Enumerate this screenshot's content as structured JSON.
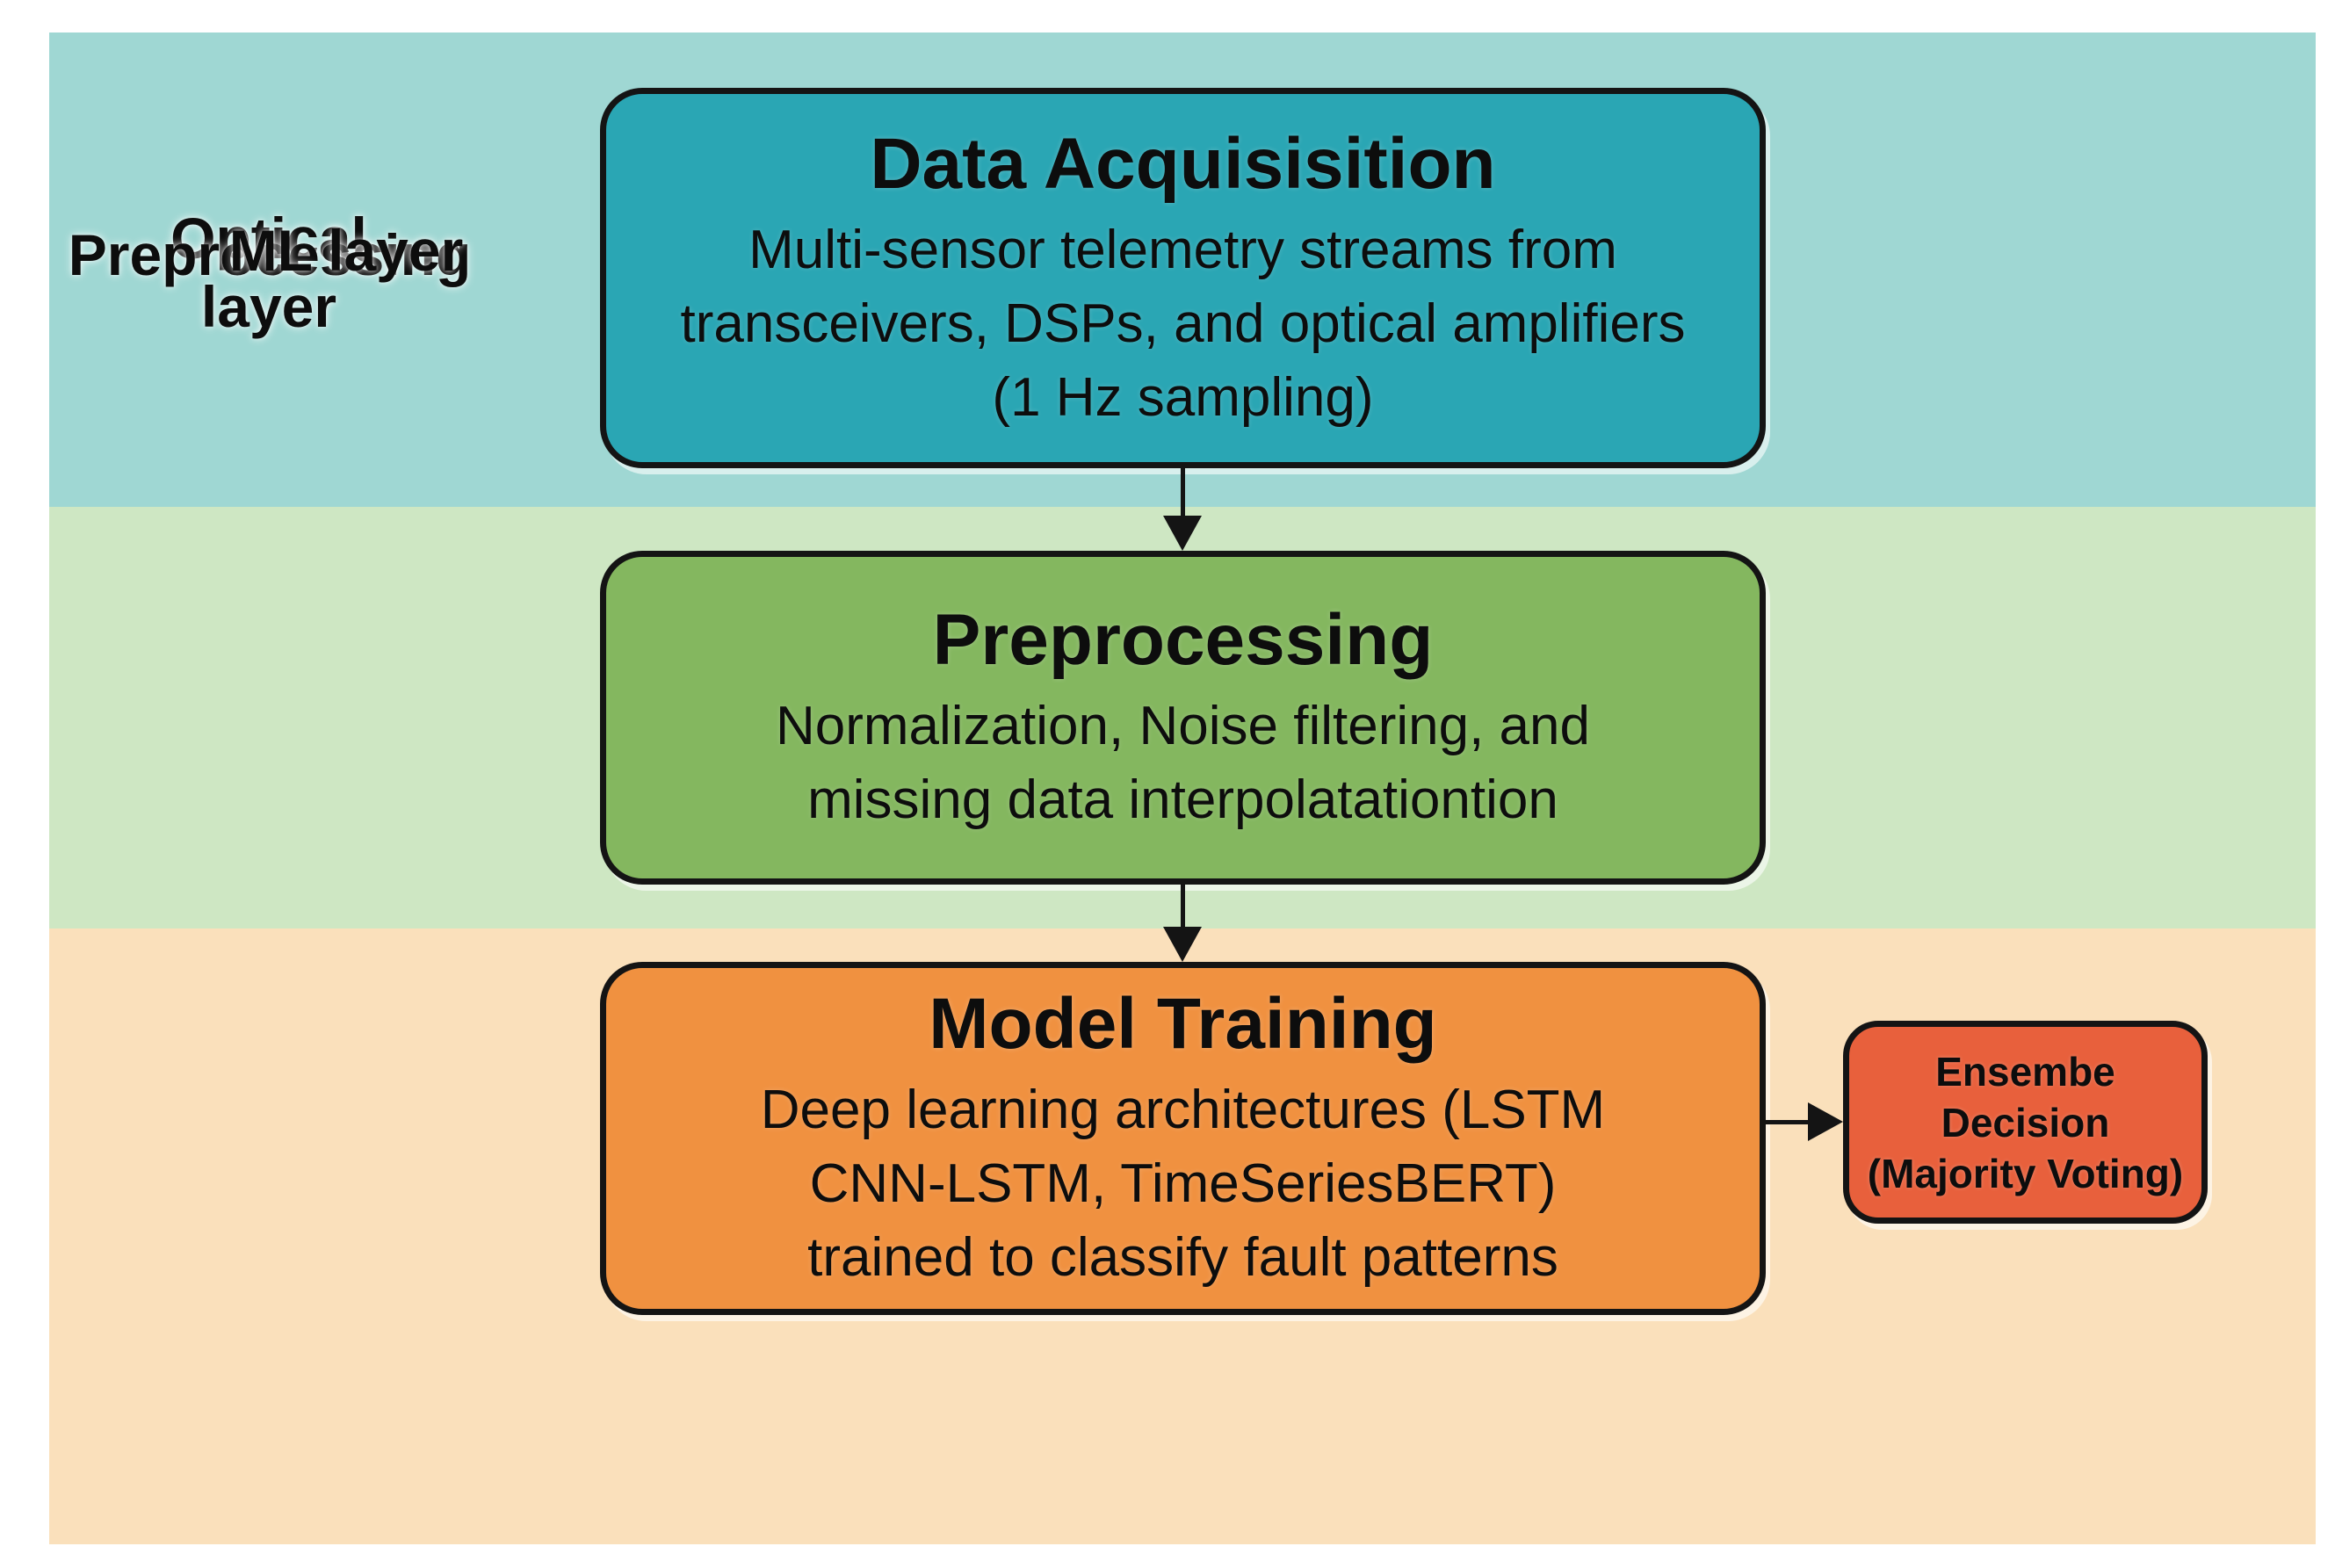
{
  "palette": {
    "page_bg": "#ffffff",
    "band_optical": "#9fd7d3",
    "band_preprocessing": "#cee7c3",
    "band_ml": "#fae0bb",
    "box_data_acq": "#2aa6b4",
    "box_preprocessing": "#84b75f",
    "box_model_training": "#f09140",
    "box_ensemble": "#e8603c",
    "border": "#141414",
    "text": "#0d0d0d"
  },
  "bands": [
    {
      "id": "optical",
      "label": "Optical layer",
      "label_lines": [
        "Optical",
        "layer"
      ]
    },
    {
      "id": "preprocessing",
      "label": "Preprocessing",
      "label_lines": [
        "Preprocessing"
      ]
    },
    {
      "id": "ml",
      "label": "ML layer",
      "label_lines": [
        "ML layer"
      ]
    }
  ],
  "nodes": {
    "data_acquisition": {
      "title": "Data Acquisisition",
      "body_lines": [
        "Multi-sensor telemetry streams from",
        "transceivers, DSPs, and optical amplifiers",
        "(1 Hz sampling)"
      ]
    },
    "preprocessing": {
      "title": "Preprocessing",
      "body_lines": [
        "Normalization, Noise filtering, and",
        "missing data interpolatationtion"
      ]
    },
    "model_training": {
      "title": "Model Training",
      "body_lines": [
        "Deep learning architectures (LSTM",
        "CNN-LSTM, TimeSeriesBERT)",
        "trained to classify fault patterns"
      ]
    },
    "ensemble": {
      "title": "Ensembe Decision",
      "subtitle": "(Majority Voting)"
    }
  }
}
